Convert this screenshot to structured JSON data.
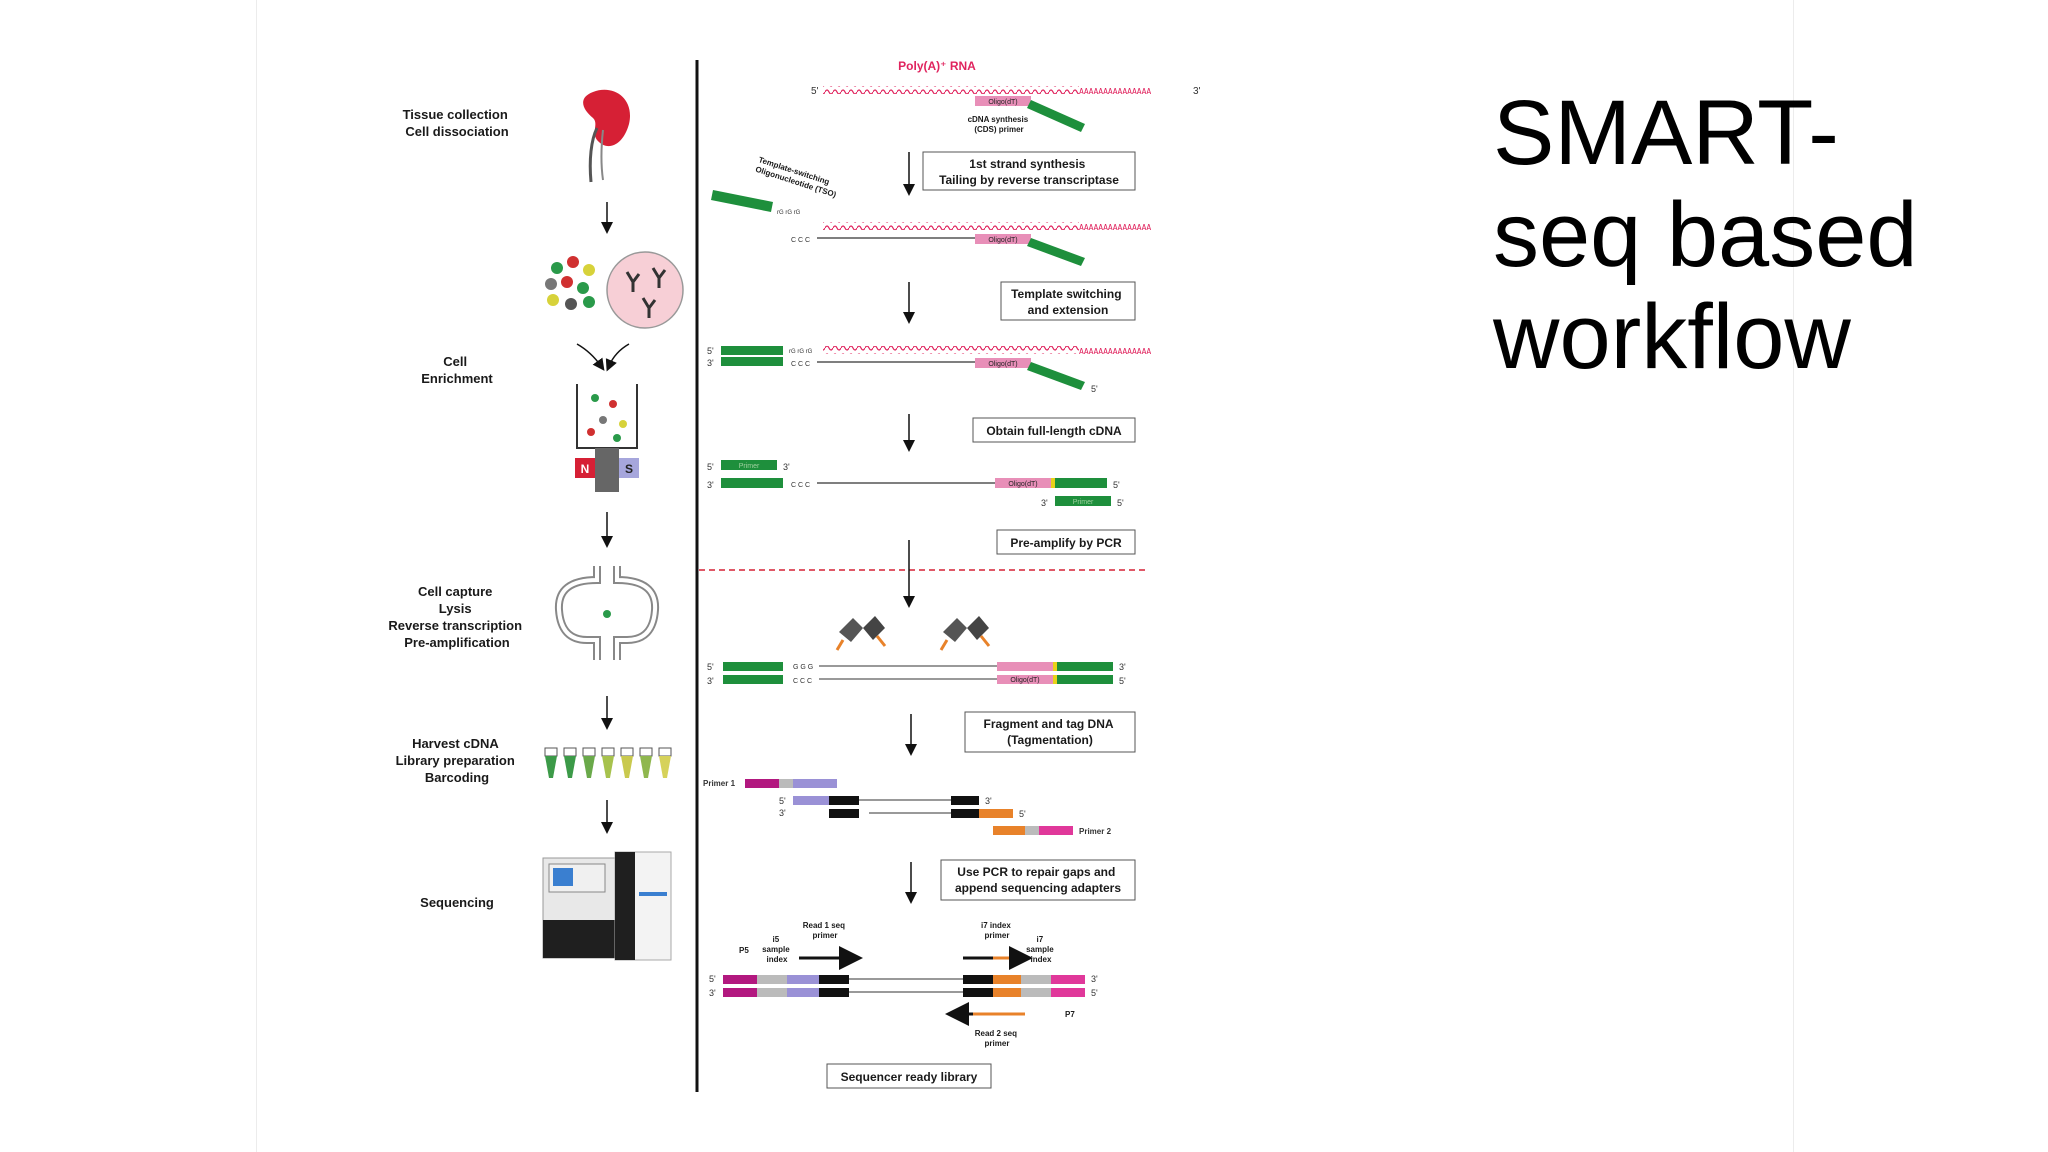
{
  "slide": {
    "title_lines": [
      "SMART-",
      "seq based",
      "workflow"
    ]
  },
  "left_panel": {
    "steps": [
      {
        "lines": [
          "Tissue collection",
          "Cell dissociation"
        ]
      },
      {
        "lines": [
          "Cell",
          "Enrichment"
        ]
      },
      {
        "lines": [
          "Cell capture",
          "Lysis",
          "Reverse transcription",
          "Pre-amplification"
        ]
      },
      {
        "lines": [
          "Harvest cDNA",
          "Library preparation",
          "Barcoding"
        ]
      },
      {
        "lines": [
          "Sequencing"
        ]
      }
    ],
    "magnet_labels": [
      "N",
      "S"
    ]
  },
  "right_panel": {
    "rna_title": "Poly(A)⁺ RNA",
    "oligo_dt": "Oligo(dT)",
    "cds_primer": [
      "cDNA synthesis",
      "(CDS) primer"
    ],
    "tso_label": [
      "Template-switching",
      "Oligonucleotide (TSO)"
    ],
    "rg_label": "rG rG rG",
    "ccc": "C C C",
    "ggg": "G G G",
    "primer": "Primer",
    "primer1": "Primer 1",
    "primer2": "Primer 2",
    "steps": [
      {
        "lines": [
          "1st strand synthesis",
          "Tailing by reverse transcriptase"
        ]
      },
      {
        "lines": [
          "Template switching",
          "and extension"
        ]
      },
      {
        "lines": [
          "Obtain full-length cDNA"
        ]
      },
      {
        "lines": [
          "Pre-amplify by PCR"
        ]
      },
      {
        "lines": [
          "Fragment and tag DNA",
          "(Tagmentation)"
        ]
      },
      {
        "lines": [
          "Use PCR to repair gaps and",
          "append sequencing adapters"
        ]
      },
      {
        "lines": [
          "Sequencer ready library"
        ]
      }
    ],
    "final_labels": {
      "p5": "P5",
      "i5": [
        "i5",
        "sample",
        "index"
      ],
      "read1": [
        "Read 1 seq",
        "primer"
      ],
      "i7primer": [
        "i7 index",
        "primer"
      ],
      "i7": [
        "i7",
        "sample",
        "index"
      ],
      "p7": "P7",
      "read2": [
        "Read 2 seq",
        "primer"
      ]
    }
  },
  "colors": {
    "green": "#1e8f3c",
    "pink": "#e88fb8",
    "rna_red": "#e0245e",
    "purple": "#9a91d6",
    "magenta": "#b2187f",
    "orange": "#e8822a",
    "hotpink": "#e0389a",
    "black": "#111111",
    "kidney": "#d62035"
  }
}
